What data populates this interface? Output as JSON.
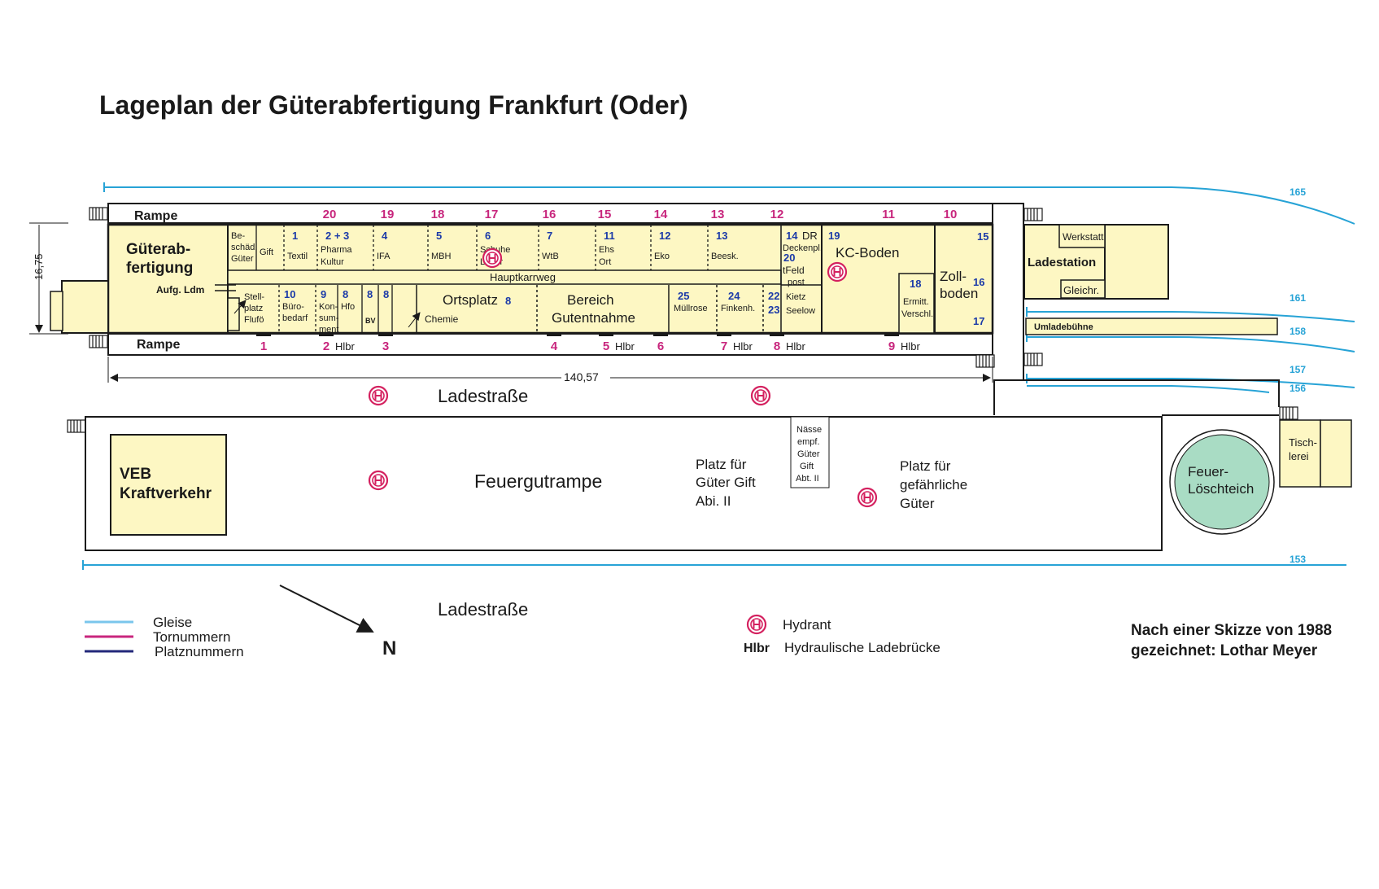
{
  "title": "Lageplan der Güterabfertigung Frankfurt (Oder)",
  "colors": {
    "building": "#fdf7c3",
    "track": "#27a3d6",
    "gate": "#c8267d",
    "place": "#1b3aa8",
    "hydrant": "#d4215f",
    "pond": "#a9dcc4",
    "outline": "#1a1a1a"
  },
  "tracks": [
    "165",
    "161",
    "158",
    "157",
    "156",
    "153"
  ],
  "dimensions": {
    "length": "140,57",
    "width": "16,75"
  },
  "labels": {
    "rampe_top": "Rampe",
    "rampe_bottom": "Rampe",
    "gueterab": "Güterab-",
    "fertigung": "fertigung",
    "aufg": "Aufg. Ldm",
    "hauptkarrweg": "Hauptkarrweg",
    "ladestation": "Ladestation",
    "werkstatt": "Werkstatt",
    "gleichr": "Gleichr.",
    "umladebuehne": "Umladebühne",
    "ladestrasse_1": "Ladestraße",
    "ladestrasse_2": "Ladestraße",
    "veb_1": "VEB",
    "veb_2": "Kraftverkehr",
    "feuergutrampe": "Feuergutrampe",
    "gift_1": "Platz für",
    "gift_2": "Güter Gift",
    "gift_3": "Abi. II",
    "naesse_1": "Nässe",
    "naesse_2": "empf.",
    "naesse_3": "Güter",
    "naesse_4": "Gift",
    "naesse_5": "Abt. II",
    "gef_1": "Platz für",
    "gef_2": "gefährliche",
    "gef_3": "Güter",
    "teich_1": "Feuer-",
    "teich_2": "Löschteich",
    "tisch_1": "Tisch-",
    "tisch_2": "lerei",
    "kc_boden": "KC-Boden",
    "zoll_1": "Zoll-",
    "zoll_2": "boden",
    "ortsplatz": "Ortsplatz",
    "ortsplatz_num": "8",
    "bereich_1": "Bereich",
    "bereich_2": "Gutentnahme",
    "chemie": "Chemie"
  },
  "upper_rooms": [
    {
      "num": "",
      "text": [
        "Be-",
        "schäd.",
        "Güter"
      ]
    },
    {
      "num": "",
      "text": [
        "Gift"
      ]
    },
    {
      "num": "1",
      "text": [
        "Textil"
      ]
    },
    {
      "num": "2 + 3",
      "text": [
        "Pharma",
        "Kultur"
      ]
    },
    {
      "num": "4",
      "text": [
        "IFA"
      ]
    },
    {
      "num": "5",
      "text": [
        "MBH"
      ]
    },
    {
      "num": "6",
      "text": [
        "Schuhe",
        "Leder"
      ]
    },
    {
      "num": "7",
      "text": [
        "WtB"
      ]
    },
    {
      "num": "11",
      "text": [
        "Ehs",
        "Ort"
      ]
    },
    {
      "num": "12",
      "text": [
        "Eko"
      ]
    },
    {
      "num": "13",
      "text": [
        "Beesk."
      ]
    }
  ],
  "room_14": {
    "num": "14",
    "tag": "DR",
    "t1": "Deckenpl.",
    "n2": "20",
    "t2": "tFeld",
    "t3": "post"
  },
  "room_19": "19",
  "room_15": "15",
  "room_16": "16",
  "room_17": "17",
  "room_18": {
    "num": "18",
    "t1": "Ermitt.",
    "t2": "Verschl."
  },
  "lower_rooms": [
    {
      "num": "",
      "text": [
        "Stell-",
        "platz",
        "Flufö"
      ]
    },
    {
      "num": "10",
      "text": [
        "Büro-",
        "bedarf"
      ]
    },
    {
      "num": "9",
      "text": [
        "Kon-",
        "sum-",
        "ment"
      ]
    },
    {
      "num": "8",
      "text": [
        "Hfo"
      ]
    },
    {
      "num": "8",
      "text": [
        "BV"
      ]
    },
    {
      "num": "8",
      "text": []
    }
  ],
  "lower_right_rooms": [
    {
      "num": "25",
      "text": "Müllrose"
    },
    {
      "num": "24",
      "text": "Finkenh."
    },
    {
      "num": "22",
      "text": "Kietz"
    },
    {
      "num": "23",
      "text": "Seelow"
    }
  ],
  "top_gates": [
    "20",
    "19",
    "18",
    "17",
    "16",
    "15",
    "14",
    "13",
    "12",
    "11",
    "10"
  ],
  "bottom_gates": [
    {
      "num": "1",
      "suffix": ""
    },
    {
      "num": "2",
      "suffix": "Hlbr"
    },
    {
      "num": "3",
      "suffix": ""
    },
    {
      "num": "4",
      "suffix": ""
    },
    {
      "num": "5",
      "suffix": "Hlbr"
    },
    {
      "num": "6",
      "suffix": ""
    },
    {
      "num": "7",
      "suffix": "Hlbr"
    },
    {
      "num": "8",
      "suffix": "Hlbr"
    },
    {
      "num": "9",
      "suffix": "Hlbr"
    }
  ],
  "legend": {
    "gleise": "Gleise",
    "tornummern": "Tornummern",
    "platznummern": "Platznummern",
    "north": "N",
    "hydrant": "Hydrant",
    "hlbr_abbr": "Hlbr",
    "hlbr_text": "Hydraulische Ladebrücke"
  },
  "credit": {
    "line1": "Nach einer Skizze von 1988",
    "line2": "gezeichnet: Lothar Meyer"
  }
}
